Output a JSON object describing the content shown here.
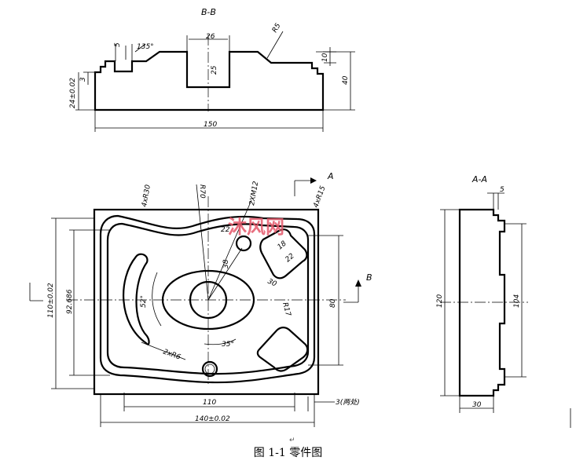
{
  "caption": "图 1-1 零件图",
  "sections": {
    "bb": "B-B",
    "aa": "A-A",
    "arrow_a": "A",
    "arrow_b": "B"
  },
  "watermark": {
    "text": "沐风网",
    "color": "#e4586a"
  },
  "bb_dims": {
    "d5": "5",
    "d135": "135°",
    "d26": "26",
    "r5": "R5",
    "d10": "10",
    "d25": "25",
    "d24": "24±0.02",
    "d3": "3",
    "d40": "40",
    "d150": "150"
  },
  "plan_dims": {
    "r30": "4xR30",
    "r70": "R70",
    "m12": "2XM12",
    "r15": "4xR15",
    "d22a": "22",
    "d38": "38",
    "d30": "30",
    "d22b": "22",
    "d18": "18",
    "r17": "R17",
    "d110v": "110±0.02",
    "d92": "92.686",
    "d80": "80",
    "a52": "52°",
    "a35": "35°",
    "r6": "2xR6",
    "d110h": "110",
    "d140": "140±0.02",
    "d3h": "3(两处)"
  },
  "aa_dims": {
    "d5": "5",
    "d120": "120",
    "d104": "104",
    "d30": "30"
  }
}
